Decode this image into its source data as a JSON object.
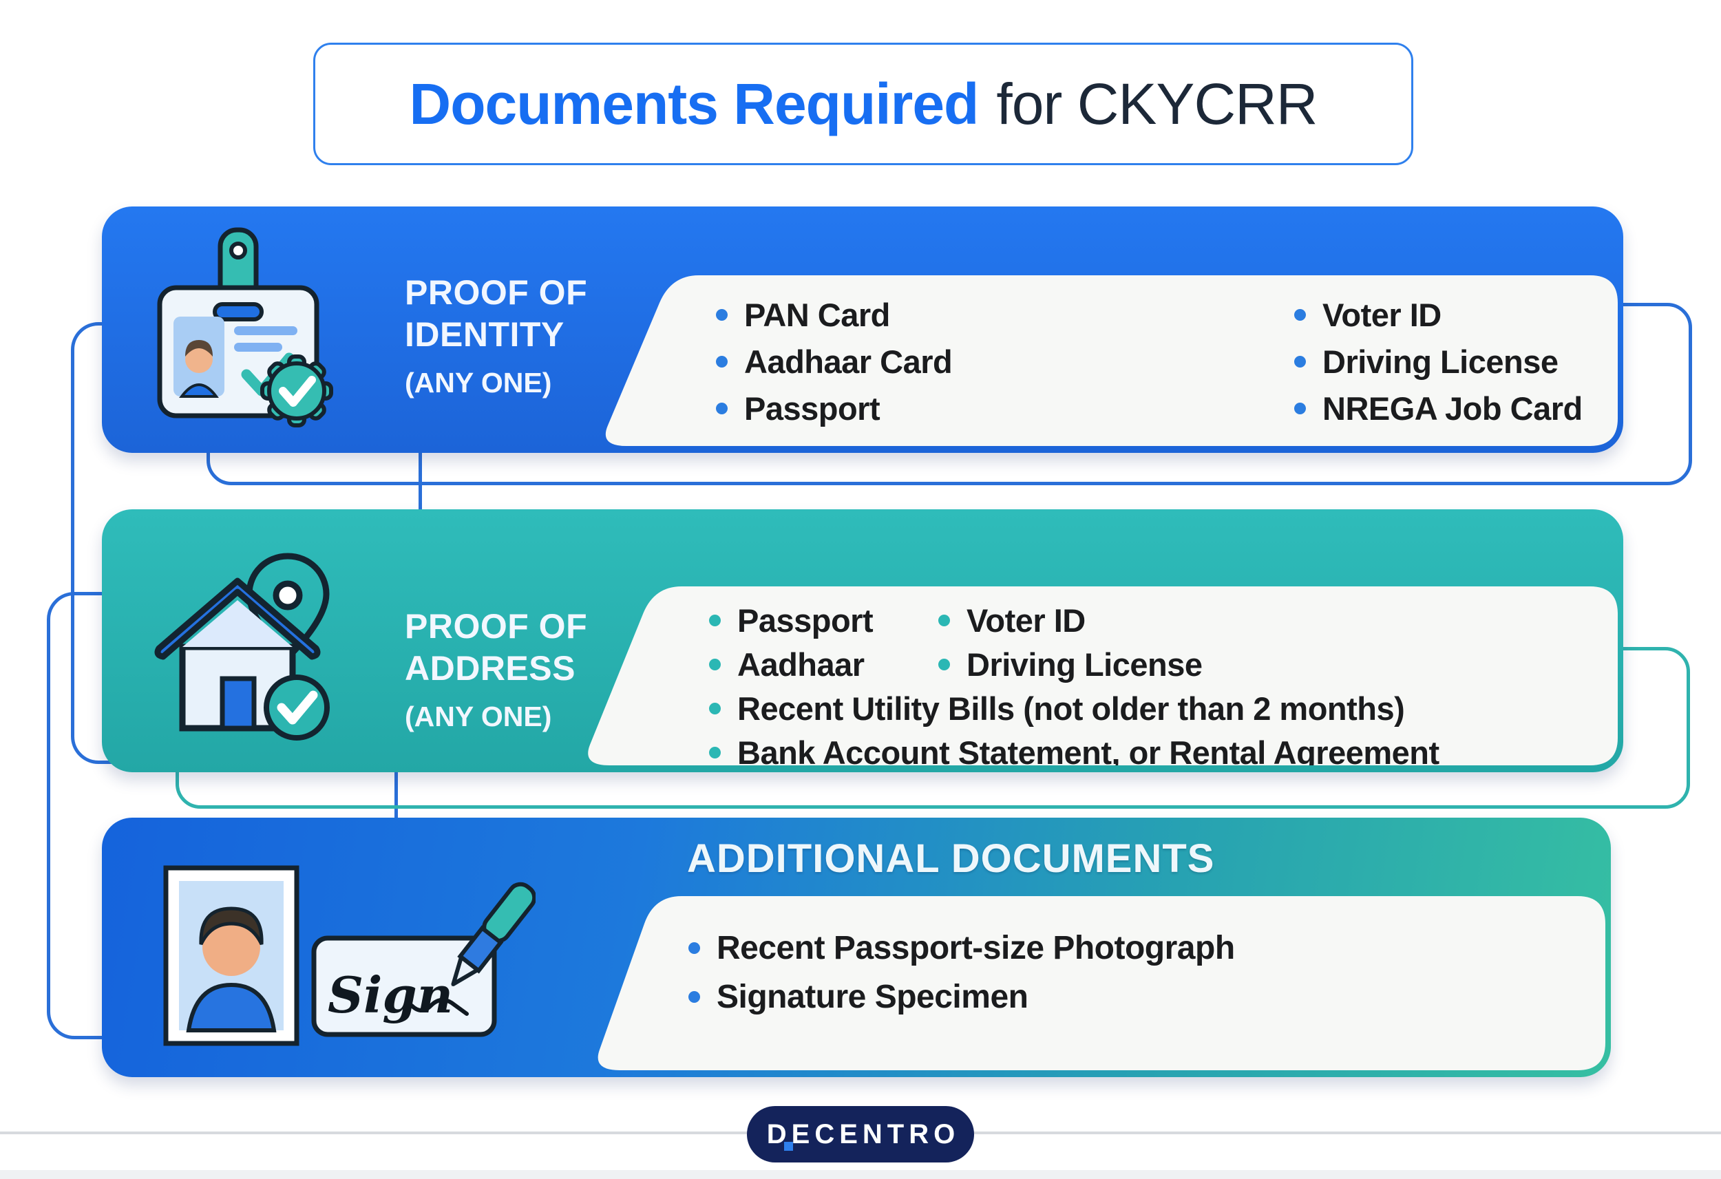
{
  "title": {
    "highlight": "Documents Required",
    "rest": "for CKYCRR"
  },
  "cards": [
    {
      "heading_line1": "PROOF OF",
      "heading_line2": "IDENTITY",
      "subheading": "(ANY ONE)",
      "col1": [
        "PAN Card",
        "Aadhaar Card",
        "Passport"
      ],
      "col2": [
        "Voter ID",
        "Driving License",
        "NREGA Job Card"
      ]
    },
    {
      "heading_line1": "PROOF OF",
      "heading_line2": "ADDRESS",
      "subheading": "(ANY ONE)",
      "pair1": [
        "Passport",
        "Voter ID"
      ],
      "pair2": [
        "Aadhaar",
        "Driving License"
      ],
      "full": [
        "Recent Utility Bills (not older than 2 months)",
        "Bank Account Statement, or Rental Agreement"
      ]
    },
    {
      "heading": "ADDITIONAL DOCUMENTS",
      "items": [
        "Recent Passport-size Photograph",
        "Signature Specimen"
      ]
    }
  ],
  "signature_text": "Sign",
  "brand": "DECENTRO",
  "colors": {
    "card_blue": "#1f6ce0",
    "card_teal": "#29b4b2",
    "title_blue": "#176ef2",
    "title_dark": "#1c2838",
    "brand_navy": "#14235b",
    "accent_teal": "#35bdb2",
    "bullet_blue": "#2b7de0",
    "bullet_teal": "#2bb7b4"
  }
}
